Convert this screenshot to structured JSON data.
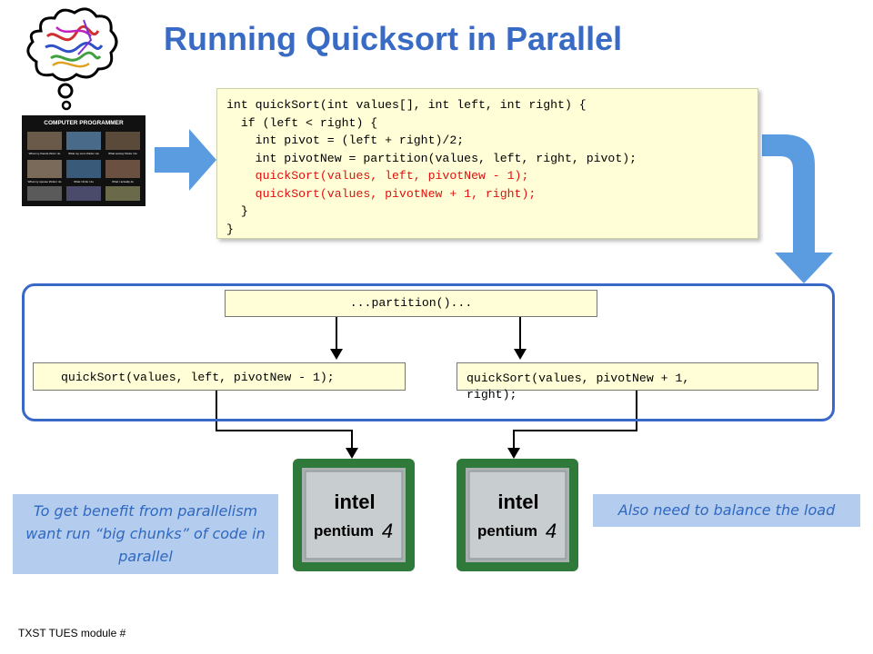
{
  "slide": {
    "title": "Running Quicksort in Parallel",
    "code_lines": [
      {
        "text": "int quickSort(int values[], int left, int right) {",
        "highlight": false
      },
      {
        "text": "  if (left < right) {",
        "highlight": false
      },
      {
        "text": "    int pivot = (left + right)/2;",
        "highlight": false
      },
      {
        "text": "    int pivotNew = partition(values, left, right, pivot);",
        "highlight": false
      },
      {
        "text": "    quickSort(values, left, pivotNew - 1);",
        "highlight": true
      },
      {
        "text": "    quickSort(values, pivotNew + 1, right);",
        "highlight": true
      },
      {
        "text": "  }",
        "highlight": false
      },
      {
        "text": "}",
        "highlight": false
      }
    ],
    "partition_label": "...partition()...",
    "left_call": "quickSort(values, left, pivotNew - 1);",
    "right_call": "quickSort(values, pivotNew + 1,\nright);",
    "note_left": "To get benefit from parallelism want run “big chunks” of code in parallel",
    "note_right": "Also need to balance the load",
    "chip_brand": "intel",
    "chip_model": "pentium",
    "chip_version": "4",
    "poster_heading": "COMPUTER PROGRAMMER",
    "poster_captions": [
      "What my friends think I do",
      "What my mom thinks I do",
      "What society thinks I do",
      "What my spouse thinks I do",
      "What I think I do",
      "What I actually do"
    ],
    "footer": "TXST TUES module #",
    "colors": {
      "title": "#3a6bc4",
      "code_bg": "#fffed6",
      "frame": "#3a68c8",
      "arrow": "#5b9be0",
      "note_bg": "#b4cdee",
      "note_text": "#2f68bf",
      "highlight": "#e01010"
    },
    "icons": [
      "thought-bubble-icon",
      "protein-structure-icon",
      "block-arrow-right-icon",
      "bent-arrow-down-icon",
      "cpu-chip-icon"
    ]
  }
}
